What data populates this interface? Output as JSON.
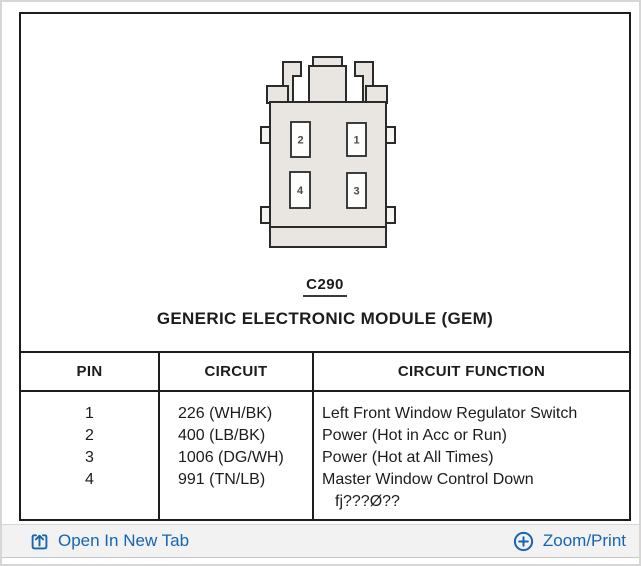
{
  "connector": {
    "label": "C290",
    "title": "GENERIC ELECTRONIC MODULE (GEM)",
    "pins": {
      "top_left": "2",
      "top_right": "1",
      "bottom_left": "4",
      "bottom_right": "3"
    }
  },
  "table": {
    "headers": {
      "pin": "PIN",
      "circuit": "CIRCUIT",
      "function": "CIRCUIT FUNCTION"
    },
    "rows": [
      {
        "pin": "1",
        "circuit": "226 (WH/BK)",
        "function": "Left Front Window Regulator Switch"
      },
      {
        "pin": "2",
        "circuit": "400 (LB/BK)",
        "function": "Power (Hot in Acc or Run)"
      },
      {
        "pin": "3",
        "circuit": "1006 (DG/WH)",
        "function": "Power (Hot at All Times)"
      },
      {
        "pin": "4",
        "circuit": "991 (TN/LB)",
        "function": "Master Window Control Down",
        "function_line2": "fj???Ø??"
      }
    ]
  },
  "footer": {
    "open_in_new_tab_label": "Open In New Tab",
    "zoom_print_label": "Zoom/Print"
  },
  "colors": {
    "link_blue": "#1565b0",
    "panel_border": "#1d1d1d",
    "connector_fill": "#e9e6e1",
    "footer_bg": "#f2f2f2"
  }
}
